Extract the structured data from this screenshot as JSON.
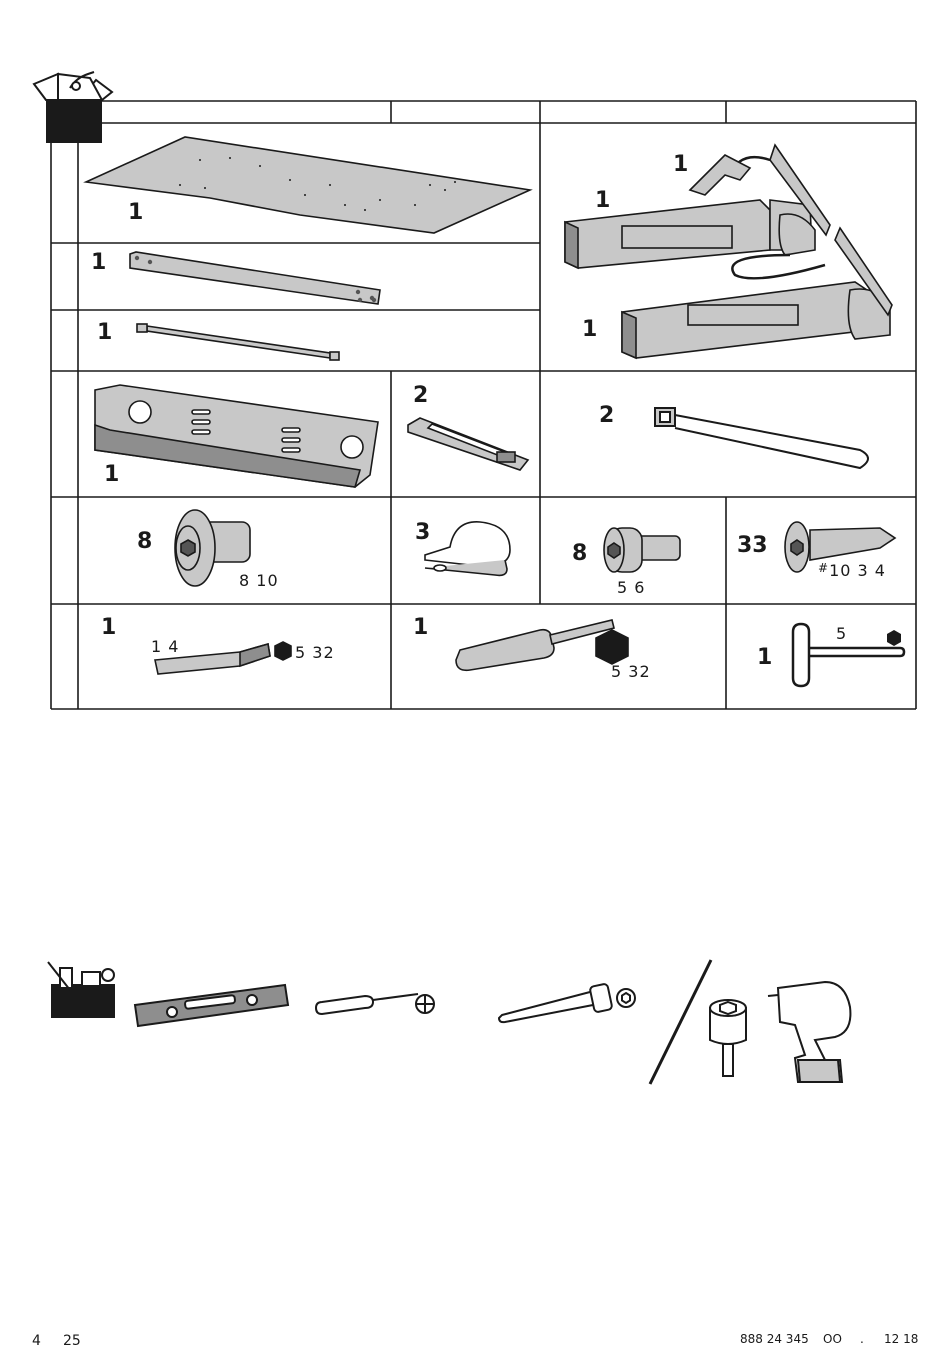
{
  "parts": [
    {
      "id": "tabletop",
      "qty": "1"
    },
    {
      "id": "cross-rail",
      "qty": "1"
    },
    {
      "id": "connecting-rod",
      "qty": "1"
    },
    {
      "id": "leg-with-motor",
      "qty": "1"
    },
    {
      "id": "leg-bracket",
      "qty": "1"
    },
    {
      "id": "leg",
      "qty": "1"
    },
    {
      "id": "cable-tray",
      "qty": "1"
    },
    {
      "id": "clip",
      "qty": "2"
    },
    {
      "id": "cable-tie",
      "qty": "2"
    },
    {
      "id": "flange-bolt",
      "qty": "8",
      "dim": "8   10"
    },
    {
      "id": "cable-clamp",
      "qty": "3"
    },
    {
      "id": "socket-screw",
      "qty": "8",
      "dim": "5   6"
    },
    {
      "id": "wood-screw",
      "qty": "33",
      "dim_prefix": "#",
      "dim": "10   3  4"
    },
    {
      "id": "hex-bit",
      "qty": "1",
      "dim_a": "1  4",
      "dim_b": "5  32"
    },
    {
      "id": "hex-screwdriver",
      "qty": "1",
      "dim": "5  32"
    },
    {
      "id": "allen-key",
      "qty": "1",
      "dim": "5"
    }
  ],
  "footer": {
    "page_left": "4",
    "page_right": "25",
    "doc_code": "888  24  345",
    "doc_rev": "OO",
    "doc_sep": ".",
    "doc_date": "12  18"
  },
  "colors": {
    "line": "#1a1a1a",
    "part_fill": "#c8c8c8",
    "part_dark": "#8e8e8e"
  }
}
